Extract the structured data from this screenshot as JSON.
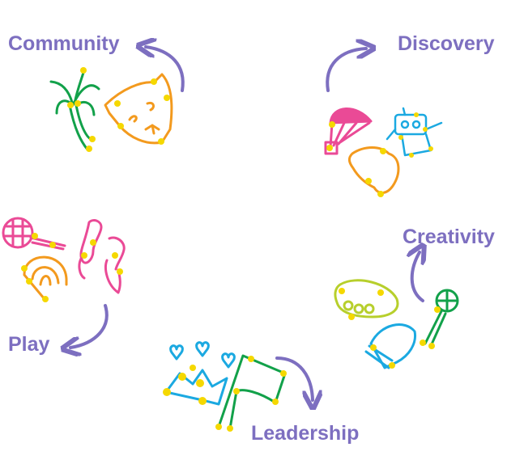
{
  "labels": {
    "community": "Community",
    "discovery": "Discovery",
    "creativity": "Creativity",
    "leadership": "Leadership",
    "play": "Play"
  },
  "colors": {
    "label": "#7d6fc0",
    "arrow": "#7d6fc0",
    "dot": "#f5d800",
    "green": "#12a14a",
    "orange": "#f39a1e",
    "pink": "#ea4a96",
    "blue": "#1ba9e1",
    "lime": "#b7cf2c"
  }
}
